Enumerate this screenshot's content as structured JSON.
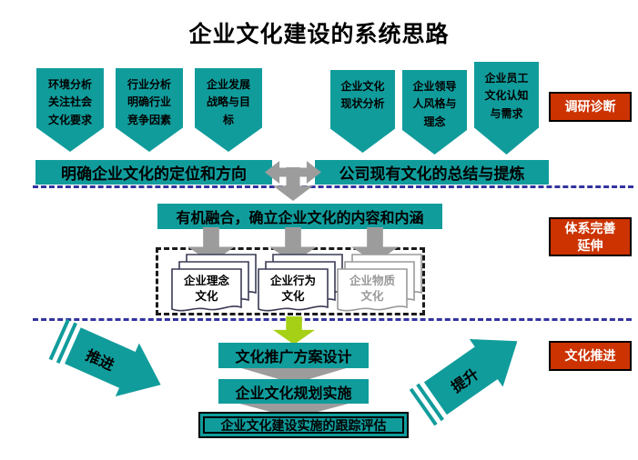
{
  "title": "企业文化建设的系统思路",
  "colors": {
    "teal": "#119c9c",
    "red": "#cc3300",
    "gray": "#9c9c9c",
    "green": "#a6d015",
    "navy": "#3333a0"
  },
  "research": {
    "label": "调研诊断",
    "left_pennants": [
      {
        "lines": [
          "环境分析",
          "关注社会",
          "文化要求"
        ]
      },
      {
        "lines": [
          "行业分析",
          "明确行业",
          "竞争因素"
        ]
      },
      {
        "lines": [
          "企业发展",
          "战略与目",
          "标"
        ]
      }
    ],
    "right_pennants": [
      {
        "lines": [
          "企业文化",
          "现状分析"
        ]
      },
      {
        "lines": [
          "企业领导",
          "人风格与",
          "理念"
        ]
      },
      {
        "lines": [
          "企业员工",
          "文化认知",
          "与需求"
        ]
      }
    ],
    "left_bar": "明确企业文化的定位和方向",
    "right_bar": "公司现有文化的总结与提炼"
  },
  "system": {
    "label_line1": "体系完善",
    "label_line2": "延伸",
    "fusion_bar": "有机融合，确立企业文化的内容和内涵",
    "documents": [
      {
        "line1": "企业理念",
        "line2": "文化"
      },
      {
        "line1": "企业行为",
        "line2": "文化"
      },
      {
        "line1": "企业物质",
        "line2": "文化"
      }
    ]
  },
  "promotion": {
    "label": "文化推进",
    "push_label": "推进",
    "lift_label": "提升",
    "step1": "文化推广方案设计",
    "step2": "企业文化规划实施",
    "step3": "企业文化建设实施的跟踪评估"
  }
}
